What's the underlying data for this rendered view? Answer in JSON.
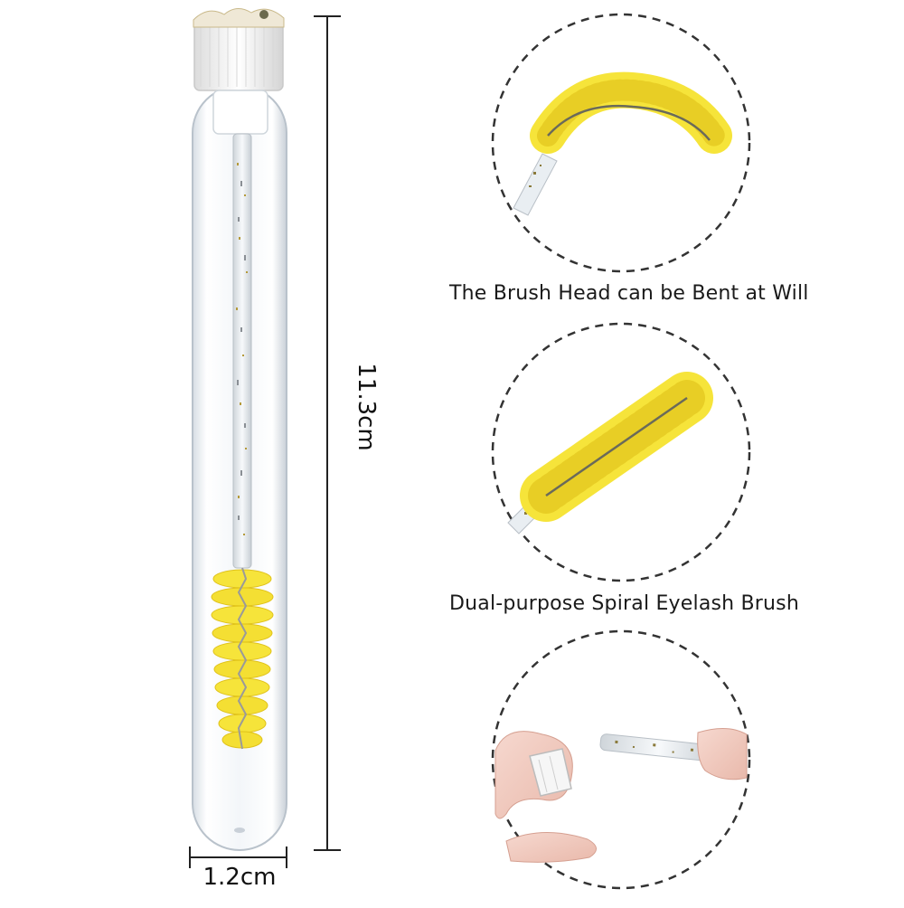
{
  "dimensions": {
    "height": "11.3cm",
    "width": "1.2cm"
  },
  "features": [
    {
      "caption": "The Brush Head can be Bent at Will"
    },
    {
      "caption": "Dual-purpose Spiral Eyelash Brush"
    },
    {
      "caption": ""
    }
  ],
  "colors": {
    "bristle": "#f6e43a",
    "bristle_dark": "#e0c21a",
    "tube": "#e9eef3",
    "cap": "#f4f4f4",
    "dashed_circle": "#333333",
    "dimension_line": "#222222"
  }
}
